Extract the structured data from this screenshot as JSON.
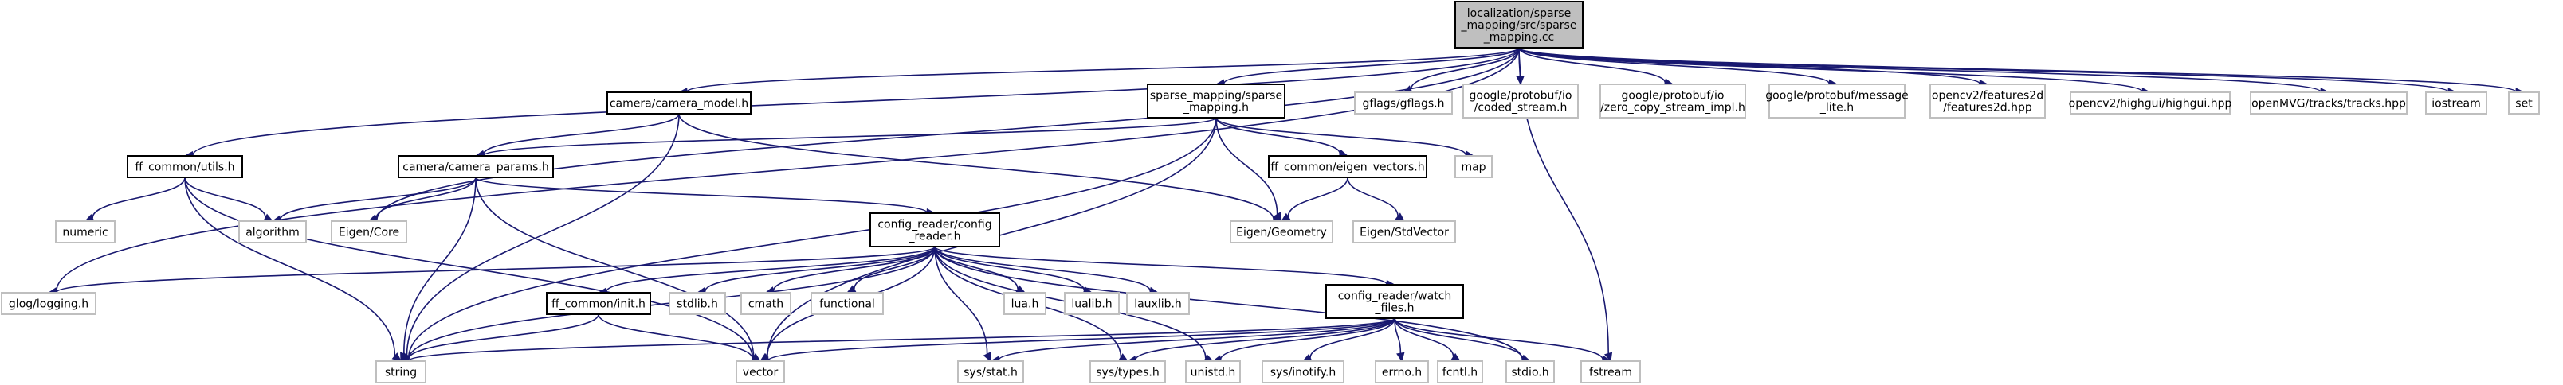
{
  "colors": {
    "edge": "#191970",
    "main_node_fill": "#bfbfbf",
    "local_node_border": "#000000",
    "external_node_border": "#bfbfbf"
  },
  "nodes": {
    "main": [
      "localization/sparse",
      "_mapping/src/sparse",
      "_mapping.cc"
    ],
    "gflags": [
      "gflags/gflags.h"
    ],
    "coded_stream": [
      "google/protobuf/io",
      "/coded_stream.h"
    ],
    "zero_copy": [
      "google/protobuf/io",
      "/zero_copy_stream_impl.h"
    ],
    "message_lite": [
      "google/protobuf/message",
      "_lite.h"
    ],
    "features2d": [
      "opencv2/features2d",
      "/features2d.hpp"
    ],
    "highgui": [
      "opencv2/highgui/highgui.hpp"
    ],
    "tracks": [
      "openMVG/tracks/tracks.hpp"
    ],
    "iostream": [
      "iostream"
    ],
    "set": [
      "set"
    ],
    "camera_model": [
      "camera/camera_model.h"
    ],
    "sparse_mapping_h": [
      "sparse_mapping/sparse",
      "_mapping.h"
    ],
    "map": [
      "map"
    ],
    "ff_utils": [
      "ff_common/utils.h"
    ],
    "camera_params": [
      "camera/camera_params.h"
    ],
    "eigen_vectors": [
      "ff_common/eigen_vectors.h"
    ],
    "numeric": [
      "numeric"
    ],
    "algorithm": [
      "algorithm"
    ],
    "eigen_core": [
      "Eigen/Core"
    ],
    "config_reader": [
      "config_reader/config",
      "_reader.h"
    ],
    "eigen_geometry": [
      "Eigen/Geometry"
    ],
    "eigen_stdvector": [
      "Eigen/StdVector"
    ],
    "glog": [
      "glog/logging.h"
    ],
    "ff_init": [
      "ff_common/init.h"
    ],
    "stdlib": [
      "stdlib.h"
    ],
    "cmath": [
      "cmath"
    ],
    "functional": [
      "functional"
    ],
    "lua": [
      "lua.h"
    ],
    "lualib": [
      "lualib.h"
    ],
    "lauxlib": [
      "lauxlib.h"
    ],
    "watch_files": [
      "config_reader/watch",
      "_files.h"
    ],
    "string": [
      "string"
    ],
    "vector": [
      "vector"
    ],
    "sys_stat": [
      "sys/stat.h"
    ],
    "sys_types": [
      "sys/types.h"
    ],
    "unistd": [
      "unistd.h"
    ],
    "sys_inotify": [
      "sys/inotify.h"
    ],
    "errno": [
      "errno.h"
    ],
    "fcntl": [
      "fcntl.h"
    ],
    "stdio": [
      "stdio.h"
    ],
    "fstream": [
      "fstream"
    ]
  }
}
